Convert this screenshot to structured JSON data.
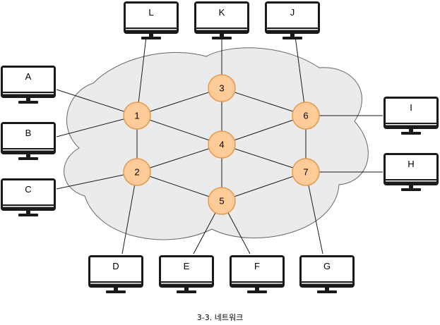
{
  "caption": "3-3. 네트워크",
  "routers": [
    {
      "id": "1",
      "label": "1"
    },
    {
      "id": "2",
      "label": "2"
    },
    {
      "id": "3",
      "label": "3"
    },
    {
      "id": "4",
      "label": "4"
    },
    {
      "id": "5",
      "label": "5"
    },
    {
      "id": "6",
      "label": "6"
    },
    {
      "id": "7",
      "label": "7"
    }
  ],
  "computers": [
    {
      "id": "L",
      "label": "L"
    },
    {
      "id": "K",
      "label": "K"
    },
    {
      "id": "J",
      "label": "J"
    },
    {
      "id": "A",
      "label": "A"
    },
    {
      "id": "B",
      "label": "B"
    },
    {
      "id": "C",
      "label": "C"
    },
    {
      "id": "I",
      "label": "I"
    },
    {
      "id": "H",
      "label": "H"
    },
    {
      "id": "D",
      "label": "D"
    },
    {
      "id": "E",
      "label": "E"
    },
    {
      "id": "F",
      "label": "F"
    },
    {
      "id": "G",
      "label": "G"
    }
  ],
  "edges": [
    [
      "1",
      "3"
    ],
    [
      "1",
      "4"
    ],
    [
      "1",
      "2"
    ],
    [
      "3",
      "6"
    ],
    [
      "3",
      "4"
    ],
    [
      "6",
      "4"
    ],
    [
      "6",
      "7"
    ],
    [
      "2",
      "4"
    ],
    [
      "2",
      "5"
    ],
    [
      "4",
      "5"
    ],
    [
      "4",
      "7"
    ],
    [
      "5",
      "7"
    ],
    [
      "L",
      "1"
    ],
    [
      "A",
      "1"
    ],
    [
      "B",
      "1"
    ],
    [
      "C",
      "2"
    ],
    [
      "D",
      "2"
    ],
    [
      "K",
      "3"
    ],
    [
      "J",
      "6"
    ],
    [
      "I",
      "6"
    ],
    [
      "H",
      "7"
    ],
    [
      "E",
      "5"
    ],
    [
      "F",
      "5"
    ],
    [
      "G",
      "7"
    ]
  ],
  "colors": {
    "router_fill": "#ffcc99",
    "router_stroke": "#e6994d",
    "cloud_fill": "#ebebeb",
    "cloud_stroke": "#666666",
    "line": "#1a1a1a",
    "monitor": "#1a1a1a"
  }
}
